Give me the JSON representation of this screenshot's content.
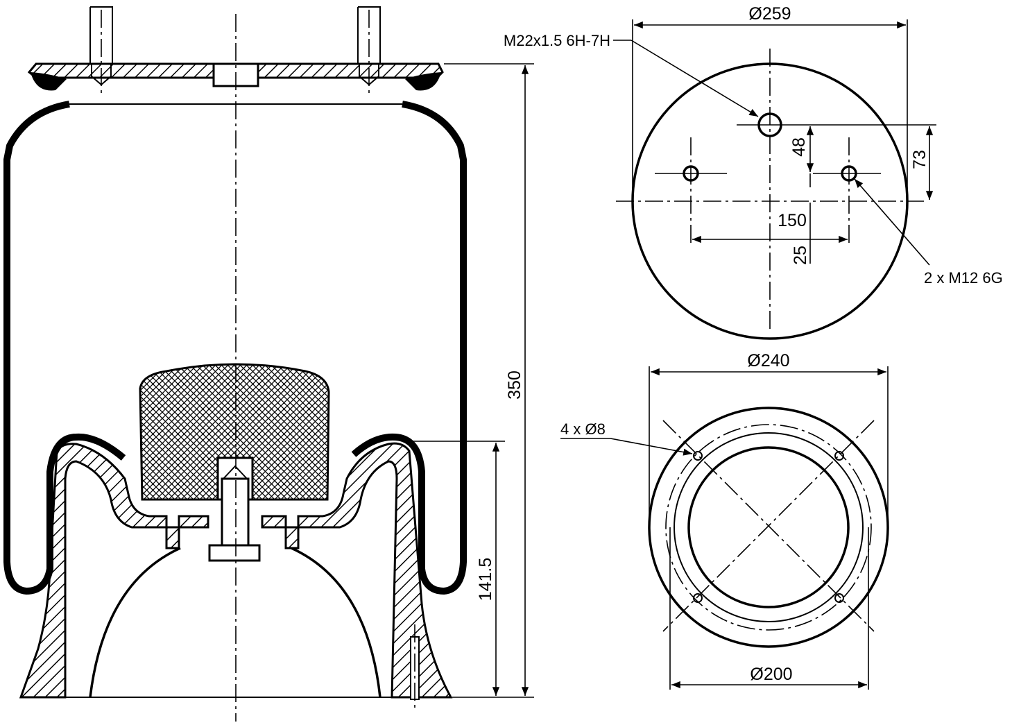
{
  "side_view": {
    "height_total": "350",
    "piston_height": "141.5"
  },
  "top_view": {
    "diameter": "Ø259",
    "center_thread": "M22x1.5 6H-7H",
    "offset_48": "48",
    "offset_73": "73",
    "spacing_150": "150",
    "offset_25": "25",
    "stud_thread": "2 x M12 6G"
  },
  "bottom_view": {
    "outer_diameter": "Ø240",
    "inner_diameter": "Ø200",
    "hole_spec": "4 x Ø8"
  }
}
